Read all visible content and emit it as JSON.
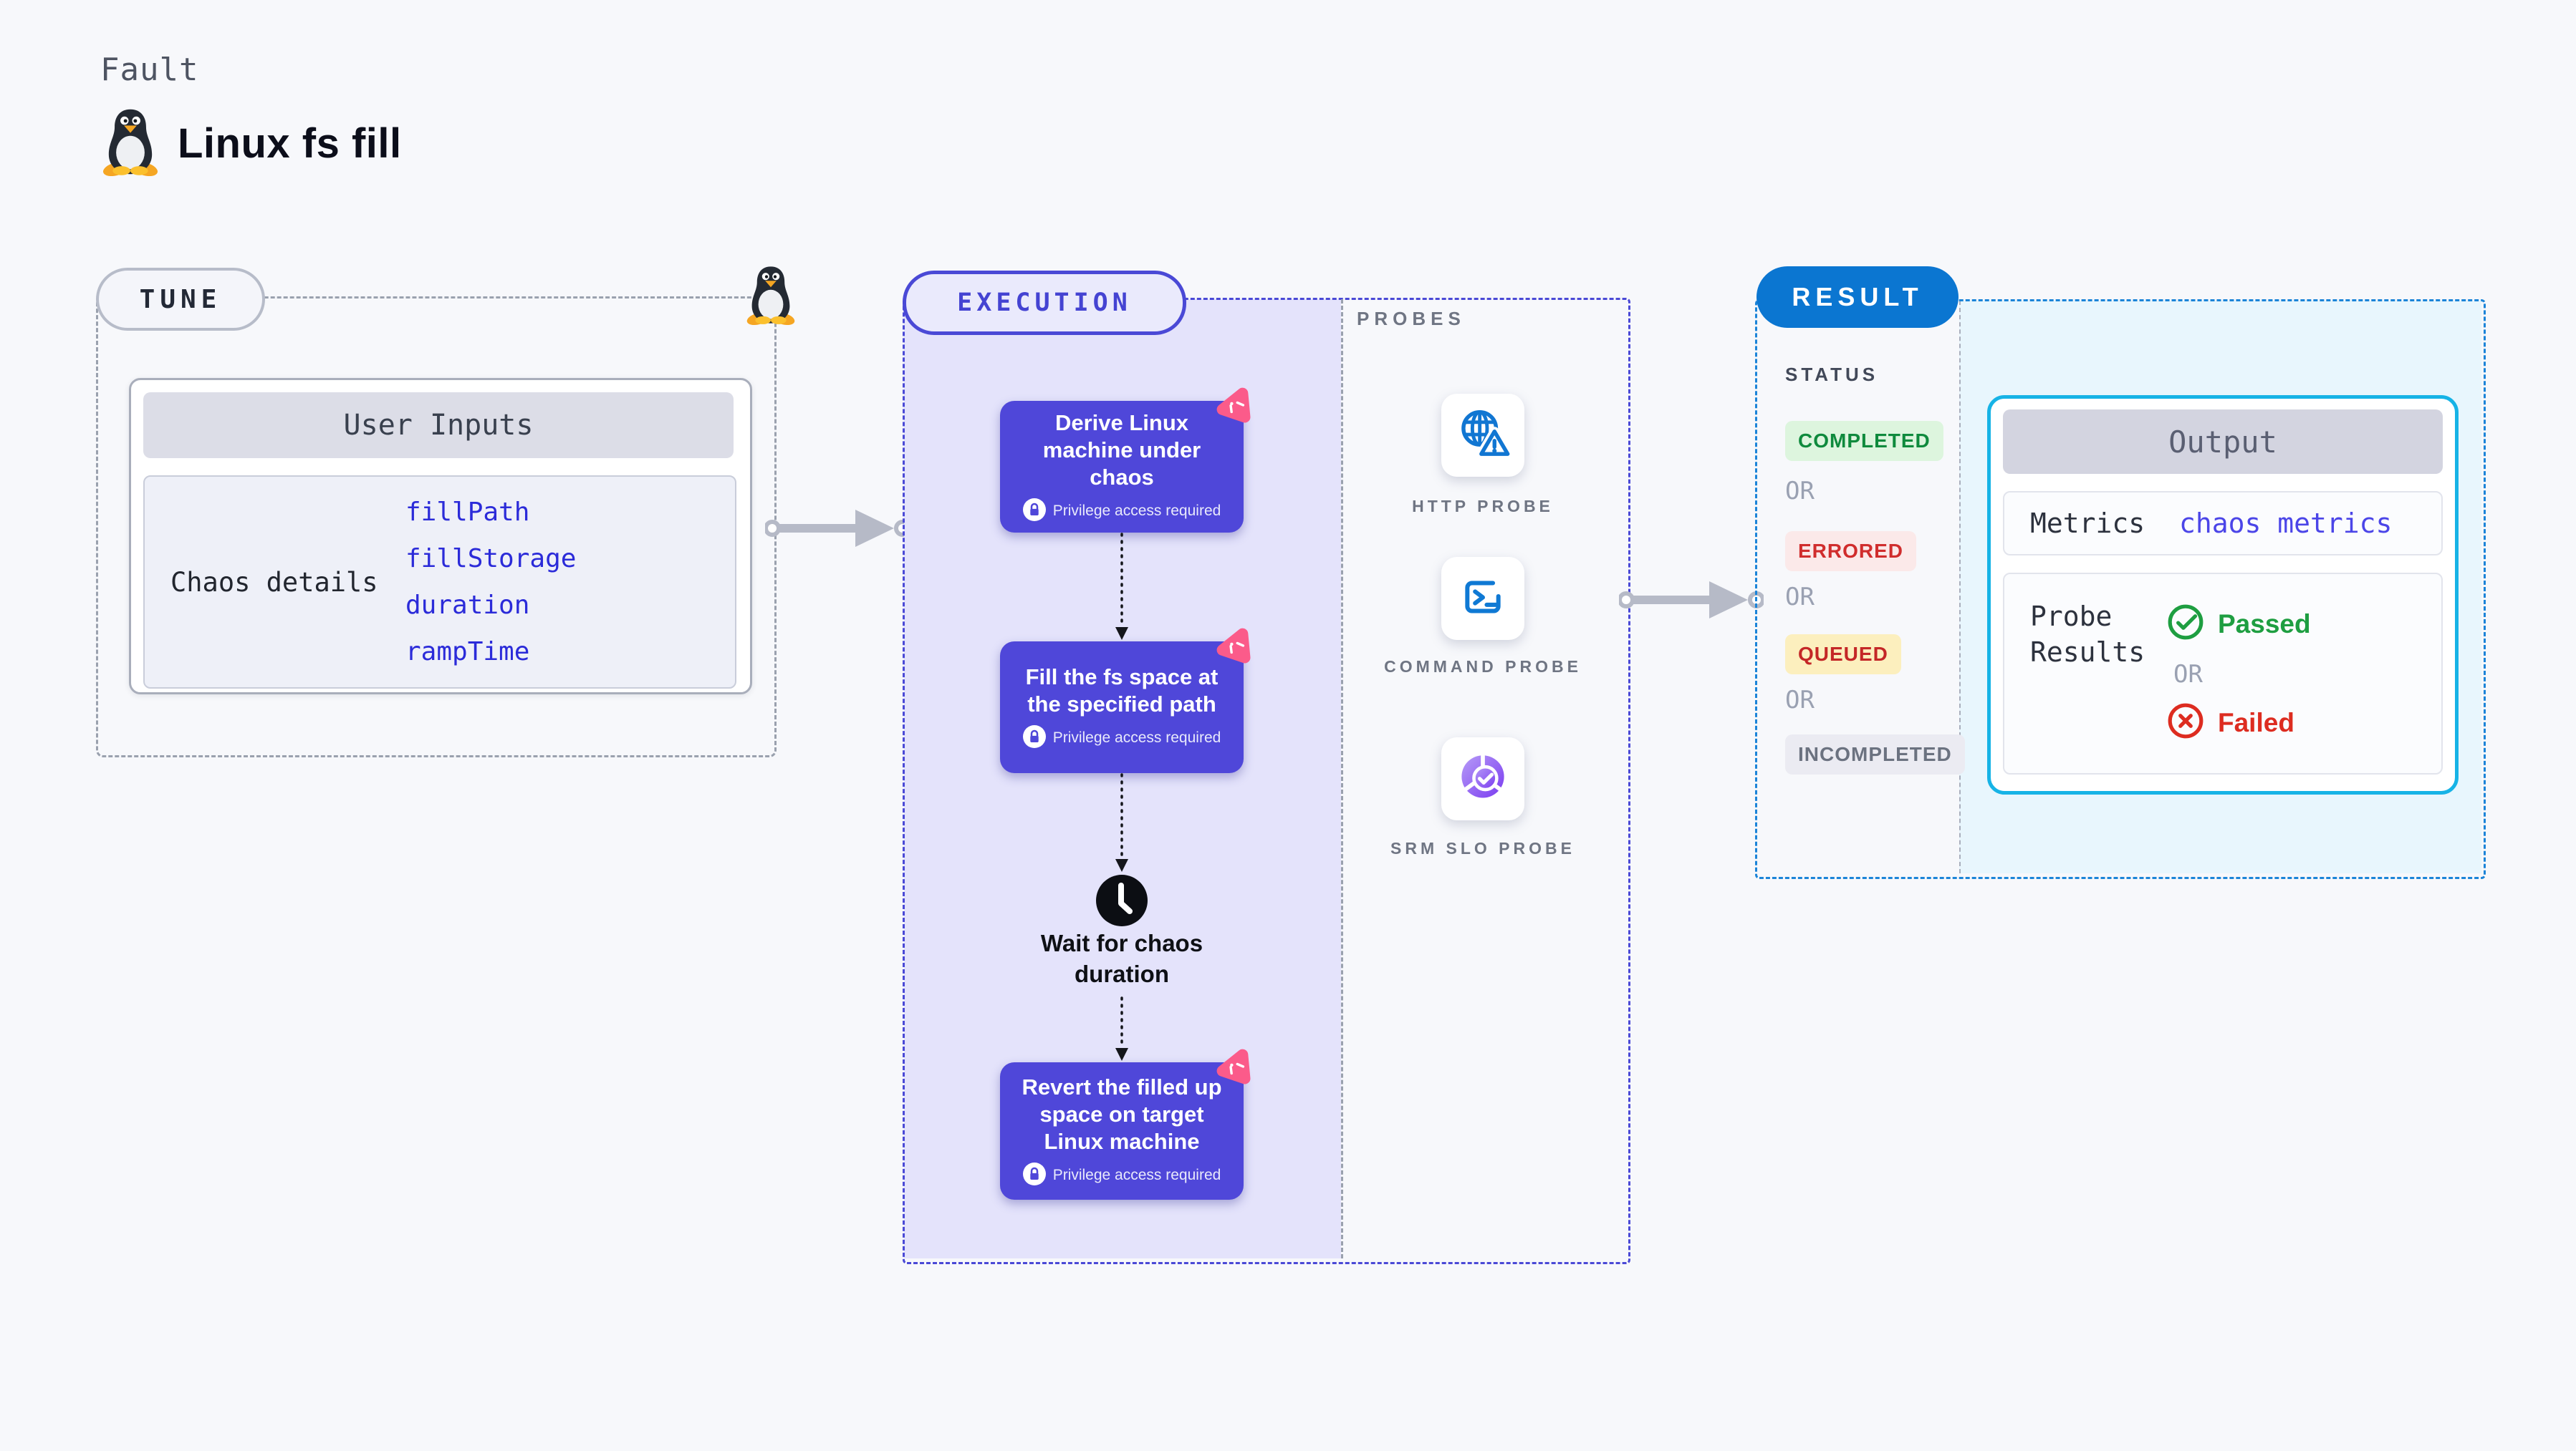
{
  "page": {
    "eyebrow": "Fault",
    "title": "Linux fs fill"
  },
  "tune": {
    "badge": "TUNE",
    "user_inputs_header": "User Inputs",
    "chaos_details_label": "Chaos details",
    "inputs": [
      "fillPath",
      "fillStorage",
      "duration",
      "rampTime"
    ]
  },
  "execution": {
    "badge": "EXECUTION",
    "steps": [
      {
        "title": "Derive Linux machine under chaos",
        "badge": "Privilege access required"
      },
      {
        "title": "Fill the fs space at the specified path",
        "badge": "Privilege access required"
      },
      {
        "title": "Revert the filled up space on target Linux machine",
        "badge": "Privilege access required"
      }
    ],
    "wait_step": "Wait for chaos duration"
  },
  "probes": {
    "heading": "PROBES",
    "items": [
      {
        "label": "HTTP PROBE",
        "icon": "globe-alert-icon"
      },
      {
        "label": "COMMAND PROBE",
        "icon": "terminal-icon"
      },
      {
        "label": "SRM SLO PROBE",
        "icon": "slo-donut-icon"
      }
    ]
  },
  "result": {
    "badge": "RESULT",
    "status_heading": "STATUS",
    "or_label": "OR",
    "statuses": [
      "COMPLETED",
      "ERRORED",
      "QUEUED",
      "INCOMPLETED"
    ],
    "output": {
      "header": "Output",
      "metrics_label": "Metrics",
      "metrics_value": "chaos metrics",
      "probe_results_label": "Probe Results",
      "passed_label": "Passed",
      "or_label": "OR",
      "failed_label": "Failed"
    }
  },
  "colors": {
    "page_bg": "#f7f8fb",
    "indigo_accent": "#4a49d6",
    "step_card_bg": "#4f47d9",
    "lavender_bg": "#e4e3fb",
    "result_blue": "#0b76d1",
    "result_panel_bg": "#e8f6fd",
    "output_border": "#16b3e6",
    "code_blue": "#2b2bd9",
    "completed_green": "#0f8a3d",
    "errored_red": "#d02d2d",
    "queued_amber_bg": "#fcefbe",
    "passed_green": "#1e9e41",
    "failed_red": "#dd2c20",
    "chaos_pink": "#fb5b8a",
    "probe_icon_blue": "#1176d2"
  }
}
